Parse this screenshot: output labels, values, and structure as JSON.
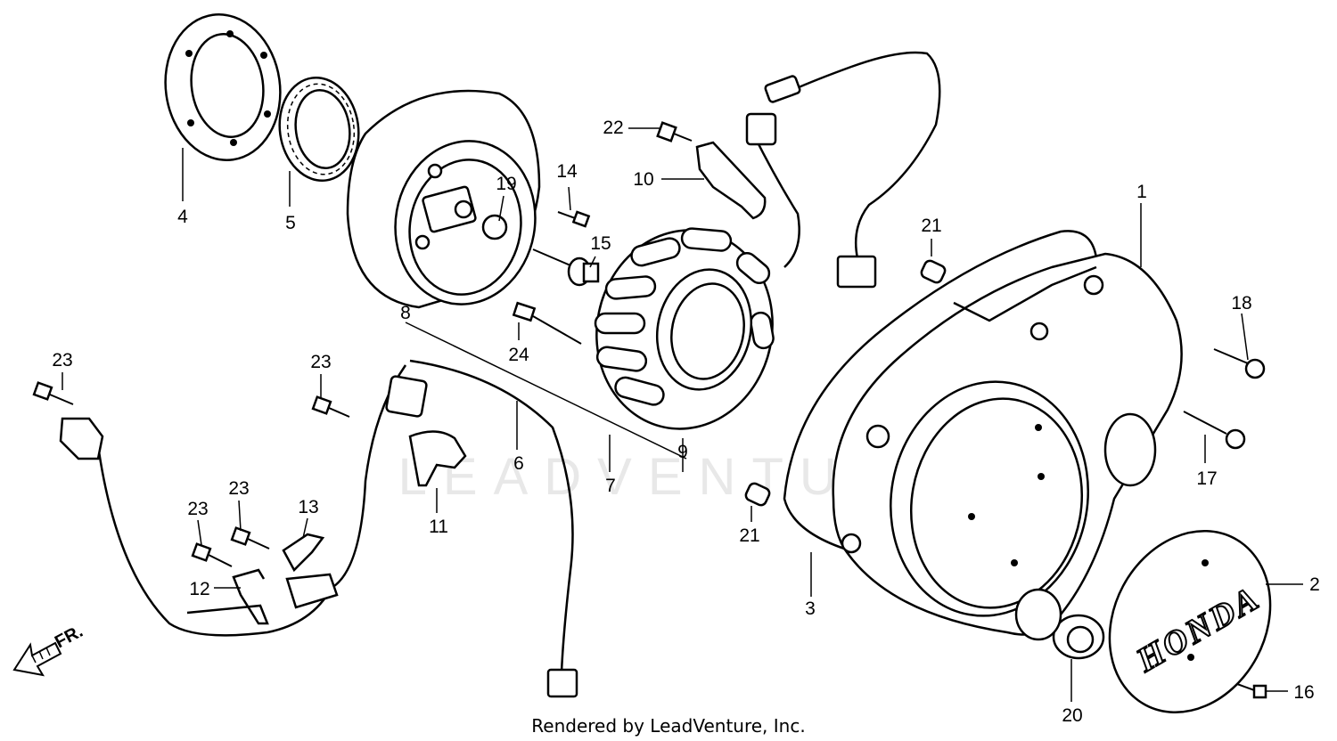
{
  "watermark": "LEADVENTURE",
  "credit": "Rendered by LeadVenture, Inc.",
  "direction_marker": "FR.",
  "brand_logo": "HONDA",
  "callouts": {
    "c1": "1",
    "c2": "2",
    "c3": "3",
    "c4": "4",
    "c5": "5",
    "c6": "6",
    "c7": "7",
    "c8": "8",
    "c9": "9",
    "c10": "10",
    "c11": "11",
    "c12": "12",
    "c13": "13",
    "c14": "14",
    "c15": "15",
    "c16": "16",
    "c17": "17",
    "c18": "18",
    "c19": "19",
    "c20": "20",
    "c21a": "21",
    "c21b": "21",
    "c22": "22",
    "c23a": "23",
    "c23b": "23",
    "c23c": "23",
    "c23d": "23",
    "c24": "24"
  }
}
